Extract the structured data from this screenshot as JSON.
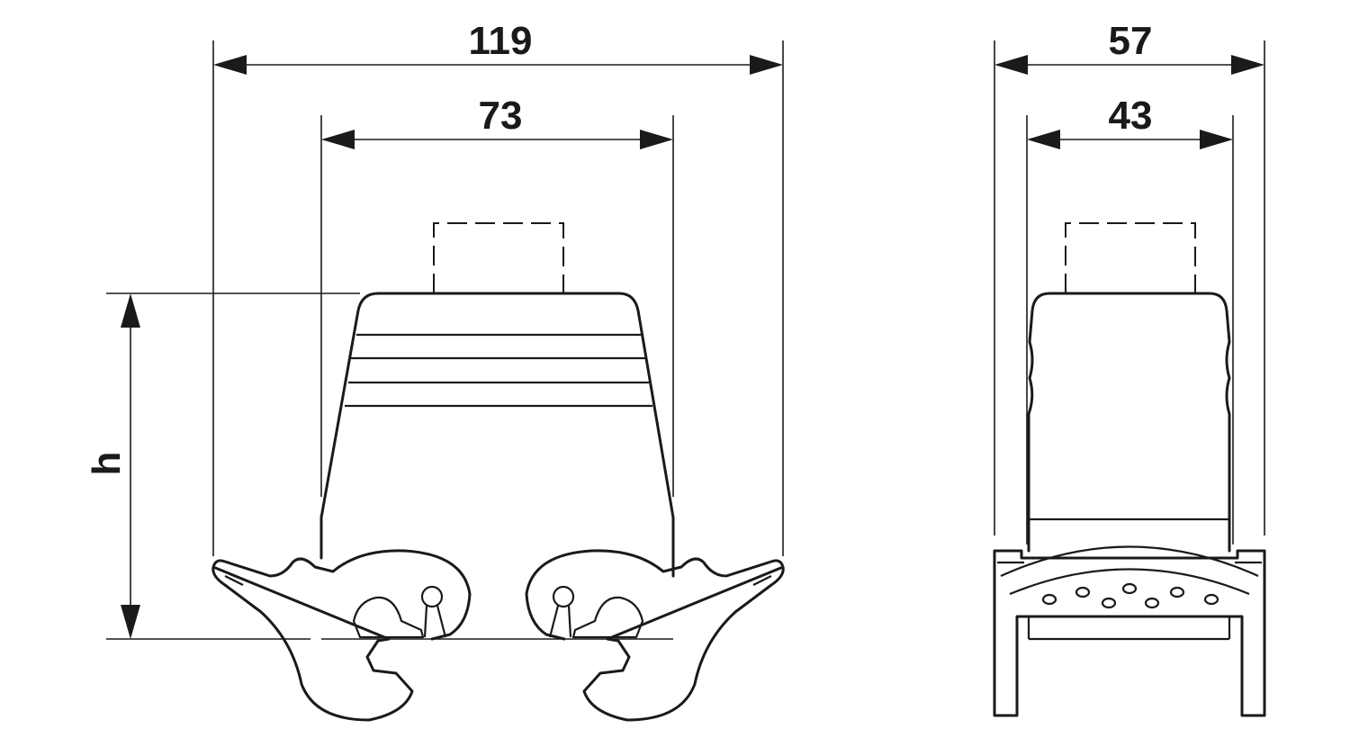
{
  "drawing": {
    "front_view": {
      "overall_width": "119",
      "inner_width": "73",
      "height_label": "h"
    },
    "side_view": {
      "overall_width": "57",
      "inner_width": "43"
    },
    "line_color": "#1a1a1a",
    "background": "#ffffff"
  }
}
